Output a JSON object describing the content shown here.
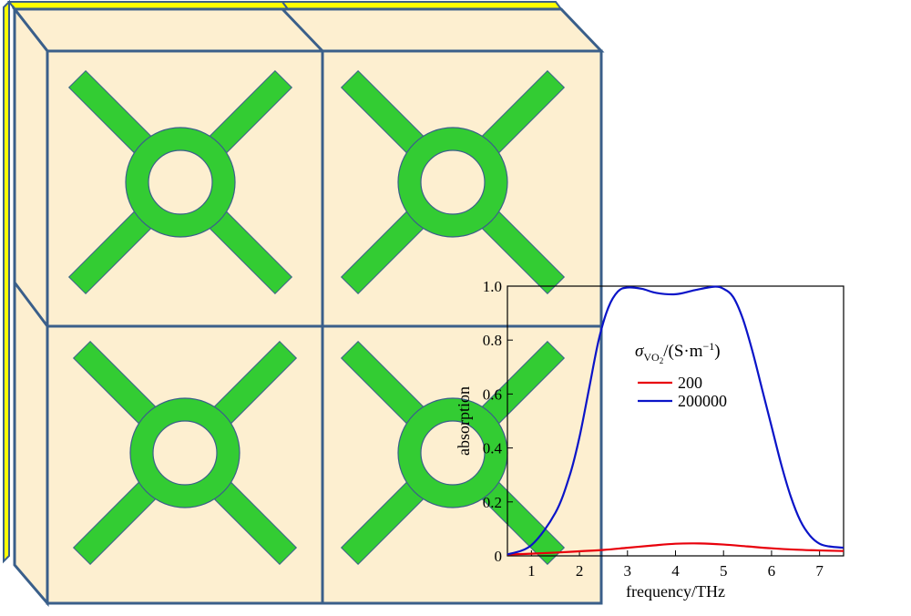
{
  "figure": {
    "colors": {
      "substrate": "#fdefd0",
      "substrate_edge": "#3a5f8a",
      "side_layer": "#ffff00",
      "resonator": "#33cc33",
      "resonator_edge": "#3a5f8a"
    },
    "unit_cells": [
      {
        "name": "top-left"
      },
      {
        "name": "top-right"
      },
      {
        "name": "bottom-left"
      },
      {
        "name": "bottom-right"
      }
    ]
  },
  "chart_data": {
    "type": "line",
    "xlabel": "frequency/THz",
    "ylabel": "absorption",
    "xlim": [
      0.5,
      7.5
    ],
    "ylim": [
      0,
      1.0
    ],
    "xticks": [
      1,
      2,
      3,
      4,
      5,
      6,
      7
    ],
    "yticks": [
      0,
      0.2,
      0.4,
      0.6,
      0.8,
      1.0
    ],
    "xtick_labels": [
      "1",
      "2",
      "3",
      "4",
      "5",
      "6",
      "7"
    ],
    "ytick_labels": [
      "0",
      "0.2",
      "0.4",
      "0.6",
      "0.8",
      "1.0"
    ],
    "legend": {
      "title_main": "σ",
      "title_sub": "VO",
      "title_subsub": "2",
      "title_rest": "/(S·m",
      "title_exp": "−1",
      "title_close": ")",
      "placement": "upper-middle"
    },
    "grid": false,
    "series": [
      {
        "name": "200",
        "color": "#e8000b",
        "x": [
          0.5,
          1.0,
          1.5,
          2.0,
          2.5,
          3.0,
          3.5,
          4.0,
          4.5,
          5.0,
          5.5,
          6.0,
          6.5,
          7.0,
          7.5
        ],
        "y": [
          0.005,
          0.008,
          0.012,
          0.017,
          0.022,
          0.03,
          0.038,
          0.045,
          0.046,
          0.042,
          0.035,
          0.028,
          0.023,
          0.02,
          0.018
        ]
      },
      {
        "name": "200000",
        "color": "#0a14c8",
        "x": [
          0.5,
          1.0,
          1.5,
          1.8,
          2.0,
          2.2,
          2.4,
          2.6,
          2.8,
          3.0,
          3.3,
          3.6,
          4.0,
          4.4,
          4.8,
          5.0,
          5.2,
          5.4,
          5.6,
          5.8,
          6.0,
          6.2,
          6.4,
          6.6,
          6.8,
          7.0,
          7.2,
          7.5
        ],
        "y": [
          0.005,
          0.04,
          0.16,
          0.3,
          0.44,
          0.62,
          0.8,
          0.92,
          0.98,
          0.995,
          0.99,
          0.975,
          0.97,
          0.985,
          0.998,
          0.99,
          0.96,
          0.88,
          0.76,
          0.62,
          0.48,
          0.34,
          0.22,
          0.13,
          0.075,
          0.045,
          0.035,
          0.03
        ]
      }
    ]
  }
}
